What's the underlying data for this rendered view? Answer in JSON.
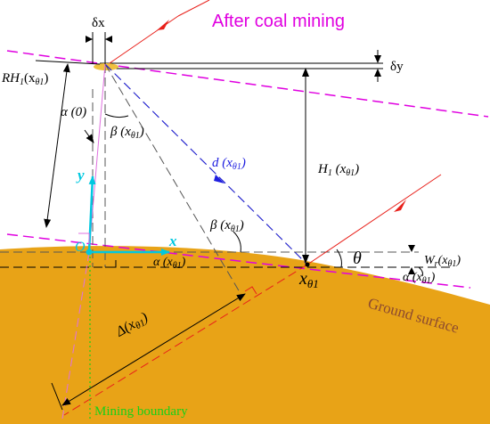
{
  "title": "After coal mining",
  "labels": {
    "delta_x": "δx",
    "delta_y": "δy",
    "rh1": "RH",
    "rh1_sub": "1",
    "rh1_arg": "(x",
    "rh1_arg_sub": "θ1",
    "rh1_close": ")",
    "alpha0": "α (0)",
    "beta_top": "β (x",
    "beta_top_sub": "θ1",
    "beta_top_close": ")",
    "d": "d (x",
    "d_sub": "θ1",
    "d_close": ")",
    "h1": "H",
    "h1_sub": "1",
    "h1_arg": " (x",
    "h1_arg_sub": "θ1",
    "h1_close": ")",
    "beta_mid": "β (x",
    "beta_mid_sub": "θ1",
    "beta_mid_close": ")",
    "y_axis": "y",
    "origin": "O",
    "x_axis": "x",
    "alpha_mid": "α (x",
    "alpha_mid_sub": "θ1",
    "alpha_mid_close": ")",
    "theta": "θ",
    "wr": "W",
    "wr_sub": "r",
    "wr_arg": "(x",
    "wr_arg_sub": "θ1",
    "wr_close": ")",
    "alpha_right": "α (x",
    "alpha_right_sub": "θ1",
    "alpha_right_close": ")",
    "x_theta": "x",
    "x_theta_sub": "θ1",
    "ground_surface": "Ground surface",
    "delta_big": "Δ(x",
    "delta_big_sub": "θ1",
    "delta_big_close": ")",
    "mining_boundary": "Mining boundary"
  },
  "colors": {
    "ground": "#E8A317",
    "magenta": "#E000E0",
    "red": "#E8201A",
    "blue": "#1E1EE0",
    "cyan": "#00C8E0",
    "green": "#18D018",
    "black": "#000000",
    "gray": "#555555"
  }
}
